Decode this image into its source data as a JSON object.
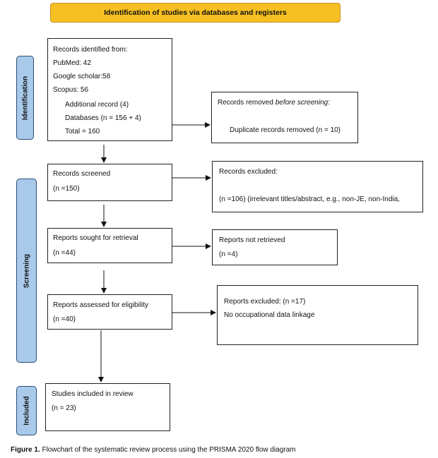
{
  "header": {
    "title": "Identification of studies via databases and registers"
  },
  "sidebar": {
    "identification": "Identification",
    "screening": "Screening",
    "included": "Included"
  },
  "records_identified": {
    "title": "Records identified from:",
    "pubmed": "PubMed: 42",
    "google": "Google scholar:58",
    "scopus": "Scopus: 56",
    "additional": "Additional record (4)",
    "databases": "Databases (n = 156 + 4)",
    "total": "Total = 160"
  },
  "records_removed": {
    "title_prefix": "Records removed ",
    "title_italic": "before screening",
    "title_suffix": ":",
    "detail": "Duplicate records removed (n = 10)"
  },
  "records_screened": {
    "title": "Records screened",
    "count": "(n =150)"
  },
  "records_excluded": {
    "title": "Records excluded:",
    "detail": "(n =106) (irrelevant titles/abstract, e.g., non-JE, non-India,"
  },
  "reports_sought": {
    "title": "Reports sought for retrieval",
    "count": "(n =44)"
  },
  "reports_not_retrieved": {
    "title": "Reports not retrieved",
    "count": "(n =4)"
  },
  "reports_assessed": {
    "title": "Reports assessed for eligibility",
    "count": "(n =40)"
  },
  "reports_excluded": {
    "title": "Reports excluded:  (n =17)",
    "detail": "No occupational data linkage"
  },
  "studies_included": {
    "title": "Studies included in review",
    "count": "(n = 23)"
  },
  "caption": {
    "label": "Figure 1.",
    "text": " Flowchart of the systematic review process using the PRISMA 2020 flow diagram"
  }
}
